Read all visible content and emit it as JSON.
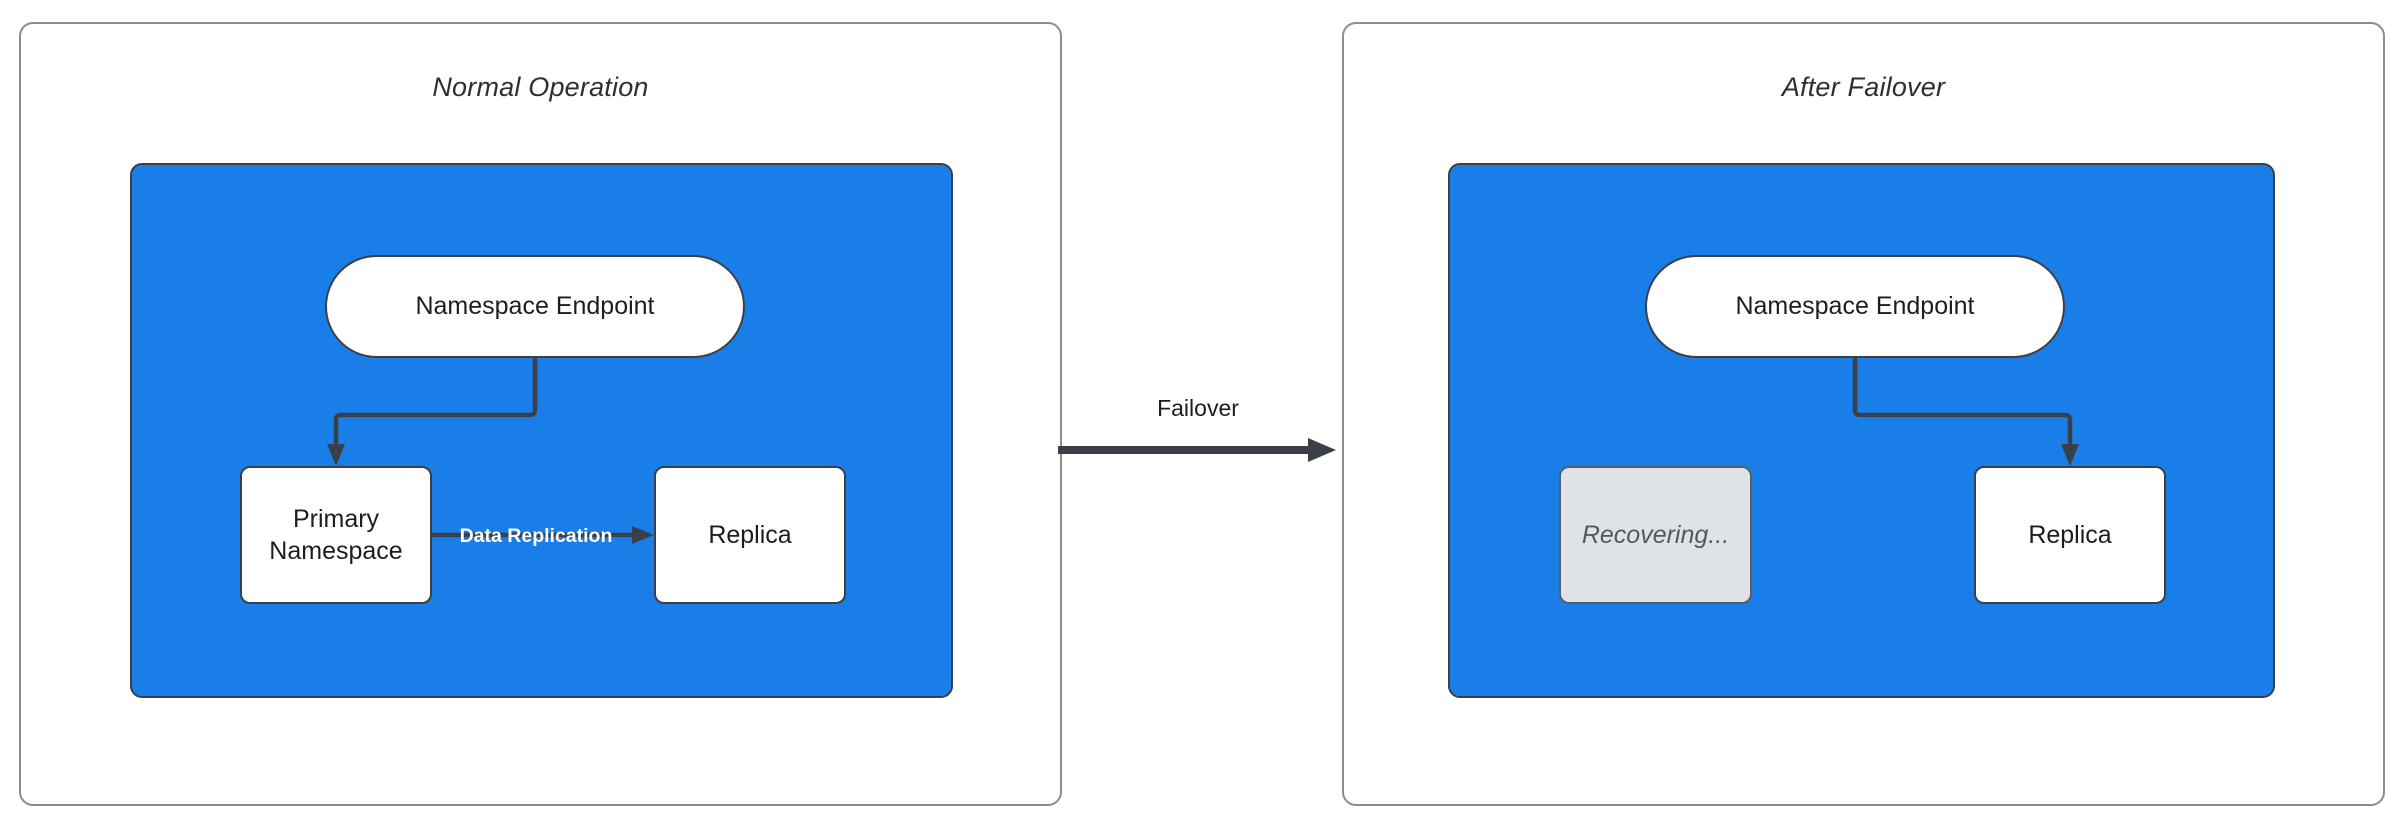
{
  "diagram": {
    "type": "flow-diagram",
    "title_left": "Normal Operation",
    "title_right": "After Failover",
    "transition_label": "Failover",
    "colors": {
      "container_blue": "#1a7ee8",
      "node_white": "#ffffff",
      "node_disabled_grey": "#e0e3e5",
      "stroke_dark": "#3b4048",
      "panel_border": "#8d8d8d",
      "label_white": "#ffffff"
    },
    "panels": [
      {
        "id": "normal-operation",
        "title": "Normal Operation",
        "endpoint": "Namespace Endpoint",
        "nodes": [
          {
            "id": "primary-namespace",
            "label": "Primary\nNamespace",
            "line1": "Primary",
            "line2": "Namespace",
            "state": "active"
          },
          {
            "id": "replica",
            "label": "Replica",
            "line1": "Replica",
            "line2": "",
            "state": "active"
          }
        ],
        "edges": [
          {
            "from": "namespace-endpoint",
            "to": "primary-namespace",
            "label": ""
          },
          {
            "from": "primary-namespace",
            "to": "replica",
            "label": "Data Replication"
          }
        ]
      },
      {
        "id": "after-failover",
        "title": "After Failover",
        "endpoint": "Namespace Endpoint",
        "nodes": [
          {
            "id": "primary-namespace",
            "label": "Recovering...",
            "line1": "Recovering...",
            "line2": "",
            "state": "recovering"
          },
          {
            "id": "replica",
            "label": "Replica",
            "line1": "Replica",
            "line2": "",
            "state": "active"
          }
        ],
        "edges": [
          {
            "from": "namespace-endpoint",
            "to": "replica",
            "label": ""
          }
        ]
      }
    ]
  }
}
